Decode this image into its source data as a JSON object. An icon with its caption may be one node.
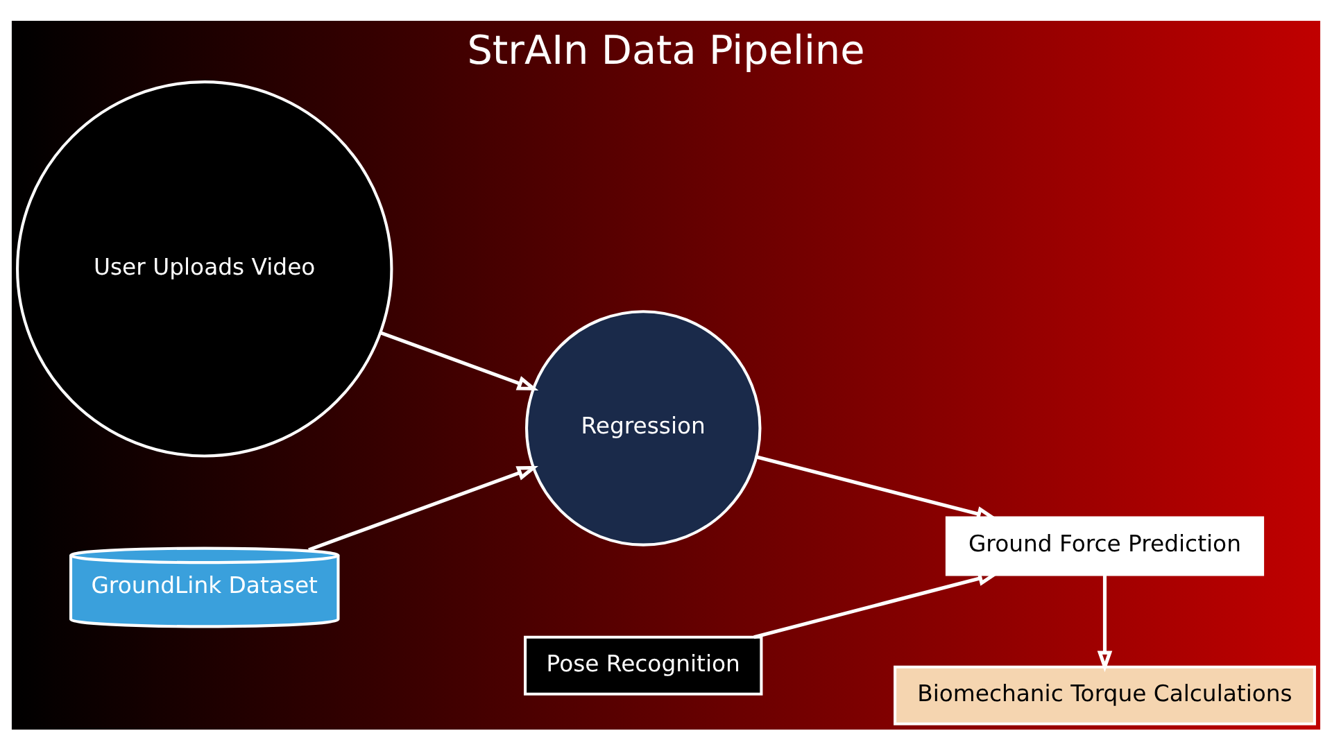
{
  "diagram": {
    "title": "StrAIn Data Pipeline",
    "nodes": [
      {
        "text": [
          "User Uploads Video"
        ]
      },
      {
        "text": [
          "Pose Recognition"
        ]
      },
      {
        "text": [
          "Ground Force Prediction"
        ]
      },
      {
        "text": [
          "GroundLink Dataset"
        ]
      },
      {
        "text": [
          "Regression"
        ]
      },
      {
        "text": [
          "Biomechanic Torque Calculations"
        ]
      }
    ],
    "edges": [
      {
        "from": 0,
        "to": 4,
        "arrow": "to"
      },
      {
        "from": 3,
        "to": 4,
        "arrow": "to"
      },
      {
        "from": 1,
        "to": 2,
        "arrow": "to"
      },
      {
        "from": 4,
        "to": 2,
        "arrow": "to"
      },
      {
        "from": 2,
        "to": 5,
        "arrow": "to"
      }
    ]
  }
}
